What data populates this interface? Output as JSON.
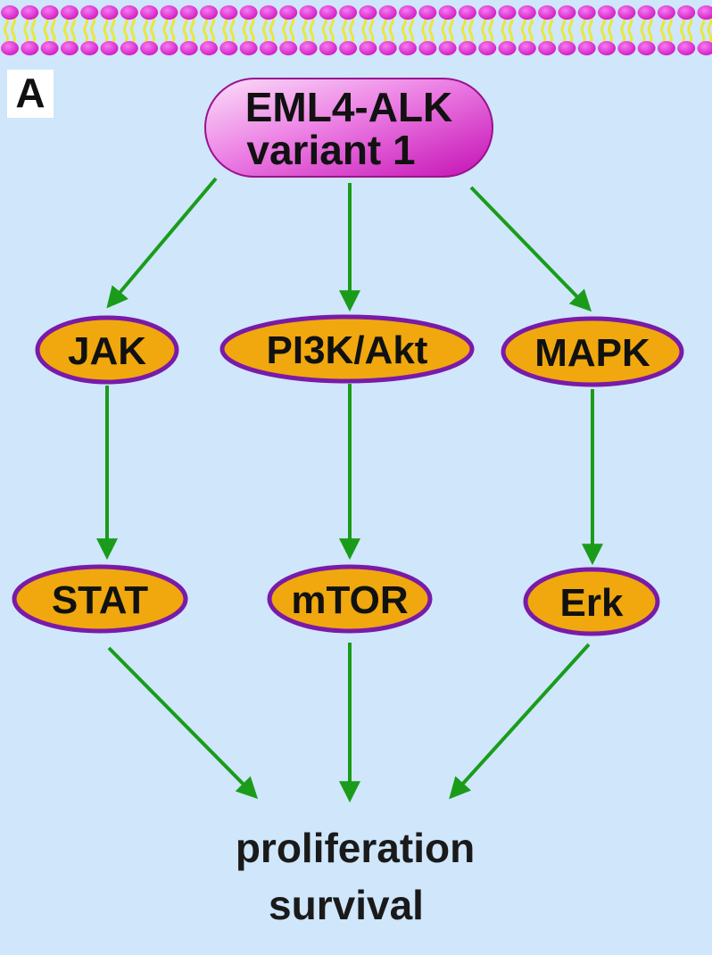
{
  "panel_label": "A",
  "colors": {
    "background": "#cfe6fb",
    "membrane_head": "#e01fd4",
    "membrane_tail": "#e8e83a",
    "arrow": "#1a9c1a",
    "node_fill": "#f0a80e",
    "node_border": "#7a1aa8",
    "root_fill_light": "#f7c7f4",
    "root_fill_dark": "#d81ec8"
  },
  "root": {
    "line1": "EML4-ALK",
    "line2": "variant 1"
  },
  "pathways": [
    {
      "upstream": "JAK",
      "downstream": "STAT"
    },
    {
      "upstream": "PI3K/Akt",
      "downstream": "mTOR"
    },
    {
      "upstream": "MAPK",
      "downstream": "Erk"
    }
  ],
  "outcome": {
    "line1": "proliferation",
    "line2": "survival"
  }
}
